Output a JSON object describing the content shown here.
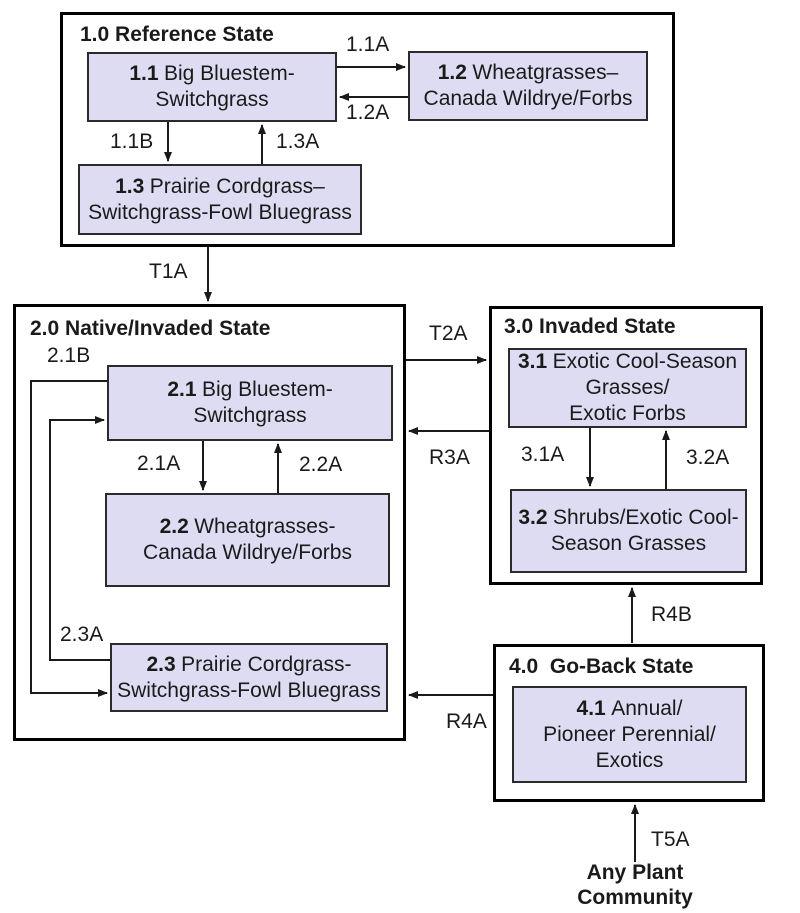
{
  "states": {
    "s1": {
      "title": "1.0 Reference State"
    },
    "s2": {
      "title": "2.0 Native/Invaded State"
    },
    "s3": {
      "title": "3.0 Invaded State"
    },
    "s4": {
      "title": "4.0  Go-Back State"
    }
  },
  "communities": {
    "c11": {
      "num": "1.1",
      "lines": [
        "Big Bluestem-",
        "Switchgrass"
      ]
    },
    "c12": {
      "num": "1.2",
      "lines": [
        "Wheatgrasses–",
        "Canada Wildrye/Forbs"
      ]
    },
    "c13": {
      "num": "1.3",
      "lines": [
        "Prairie Cordgrass–",
        "Switchgrass-Fowl Bluegrass"
      ]
    },
    "c21": {
      "num": "2.1",
      "lines": [
        "Big Bluestem-",
        "Switchgrass"
      ]
    },
    "c22": {
      "num": "2.2",
      "lines": [
        "Wheatgrasses-",
        "Canada Wildrye/Forbs"
      ]
    },
    "c23": {
      "num": "2.3",
      "lines": [
        "Prairie Cordgrass-",
        "Switchgrass-Fowl Bluegrass"
      ]
    },
    "c31": {
      "num": "3.1",
      "lines": [
        "Exotic Cool-Season",
        "Grasses/",
        "Exotic Forbs"
      ]
    },
    "c32": {
      "num": "3.2",
      "lines": [
        "Shrubs/Exotic Cool-",
        "Season Grasses"
      ]
    },
    "c41": {
      "num": "4.1",
      "lines": [
        "Annual/",
        "Pioneer Perennial/",
        "Exotics"
      ]
    }
  },
  "transitions": {
    "t11A": "1.1A",
    "t12A": "1.2A",
    "t11B": "1.1B",
    "t13A": "1.3A",
    "t21A": "2.1A",
    "t22A": "2.2A",
    "t21B": "2.1B",
    "t23A": "2.3A",
    "t31A": "3.1A",
    "t32A": "3.2A",
    "tT1A": "T1A",
    "tT2A": "T2A",
    "tR3A": "R3A",
    "tR4A": "R4A",
    "tR4B": "R4B",
    "tT5A": "T5A"
  },
  "footer": {
    "lines": [
      "Any Plant",
      "Community"
    ]
  },
  "colors": {
    "community_fill": "#dddcf2",
    "community_border": "#2b2b2b",
    "state_border": "#000000",
    "arrow": "#1a1a1a",
    "text": "#1a1a1a",
    "background": "#ffffff"
  }
}
